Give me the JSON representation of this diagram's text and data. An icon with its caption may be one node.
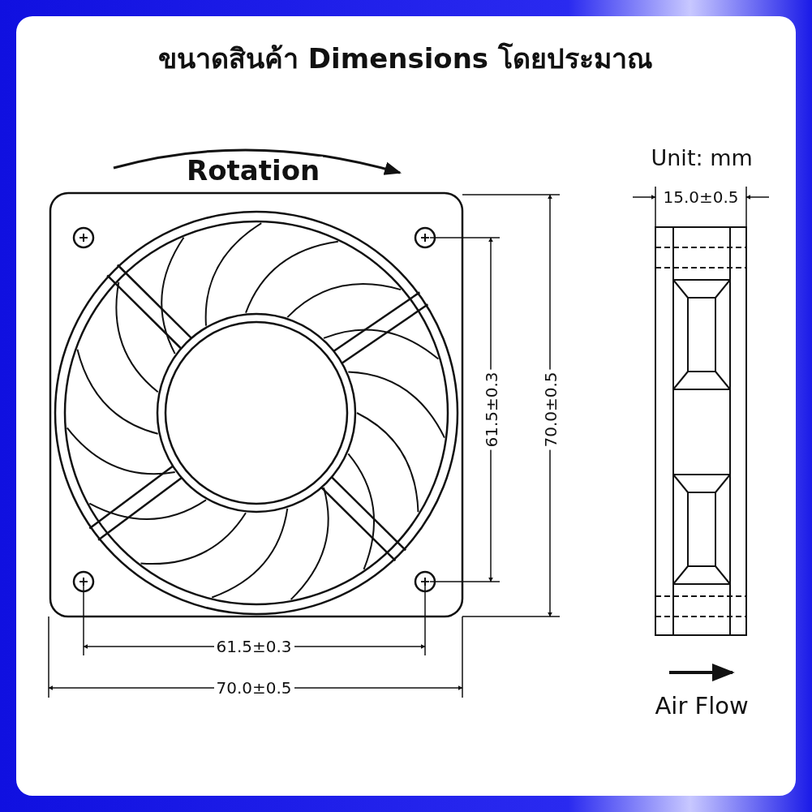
{
  "diagram": {
    "title": "ขนาดสินค้า Dimensions โดยประมาณ",
    "labels": [
      "Rotation",
      "Unit: mm",
      "15.0±0.5",
      "61.5±0.3",
      "70.0±0.5",
      "61.5±0.3",
      "70.0±0.5",
      "Air Flow"
    ]
  }
}
